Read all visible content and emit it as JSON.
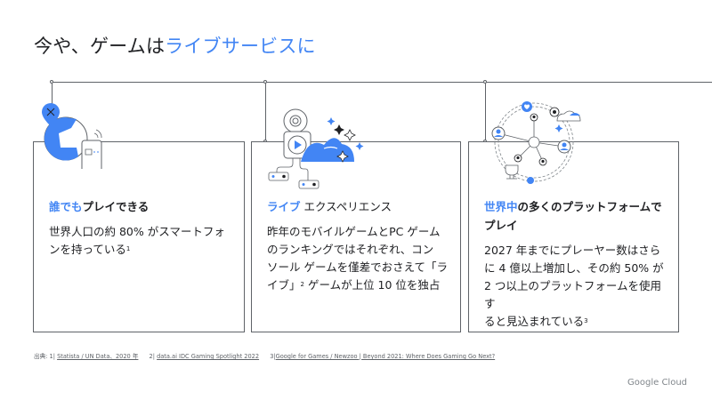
{
  "slide": {
    "title_plain": "今や、ゲームは",
    "title_accent": "ライブサービスに"
  },
  "colors": {
    "accent": "#4285f4",
    "text": "#202124",
    "line": "#5f6368",
    "muted": "#80868b"
  },
  "cards": [
    {
      "heading_accent": "誰でも",
      "heading_plain": "プレイできる",
      "text_lines": [
        "世界人口の約 80% がスマートフォ",
        "ンを持っている"
      ],
      "footnote": "1",
      "illustration": "globe-phone-icon"
    },
    {
      "heading_accent": "ライブ",
      "heading_plain": " エクスペリエンス",
      "text_lines": [
        "昨年のモバイルゲームとPC ゲーム",
        "のランキングではそれぞれ、コン",
        "ソール ゲームを僅差でおさえて「ラ",
        "イブ」",
        " ゲームが上位 10 位を独占"
      ],
      "footnote": "2",
      "illustration": "cloud-gaming-icon"
    },
    {
      "heading_accent": "世界中",
      "heading_plain": "の多くのプラットフォームでプレイ",
      "text_lines": [
        "2027 年までにプレーヤー数はさら",
        "に 4 億以上増加し、その約 50% が",
        "2 つ以上のプラットフォームを使用す",
        "ると見込まれている"
      ],
      "footnote": "3",
      "illustration": "multiplatform-network-icon"
    }
  ],
  "footer": {
    "label": "出典:",
    "sources": [
      {
        "num": "1|",
        "text": "Statista / UN Data、2020 年"
      },
      {
        "num": "2|",
        "text": "data.ai IDC Gaming Spotlight 2022"
      },
      {
        "num": "3|",
        "text": "Google for Games / Newzoo | Beyond 2021: Where Does Gaming Go Next?"
      }
    ]
  },
  "brand": {
    "logo_text": "Google Cloud"
  }
}
